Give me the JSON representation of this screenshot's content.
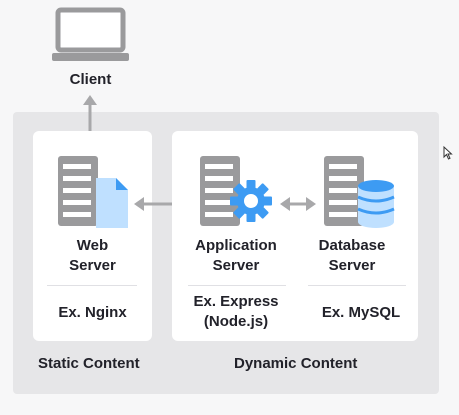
{
  "client": {
    "label": "Client"
  },
  "sections": {
    "static": "Static Content",
    "dynamic": "Dynamic Content"
  },
  "servers": {
    "web": {
      "label": "Web\nServer",
      "example": "Ex. Nginx"
    },
    "application": {
      "label": "Application\nServer",
      "example": "Ex. Express\n(Node.js)"
    },
    "database": {
      "label": "Database\nServer",
      "example": "Ex. MySQL"
    }
  },
  "colors": {
    "server_gray": "#9a9a9c",
    "accent_blue": "#3d9bf3",
    "light_blue": "#bfe0ff",
    "arrow_gray": "#a8a8aa"
  },
  "icons": [
    "laptop-icon",
    "server-icon",
    "document-icon",
    "gear-icon",
    "database-icon",
    "cursor-icon"
  ]
}
